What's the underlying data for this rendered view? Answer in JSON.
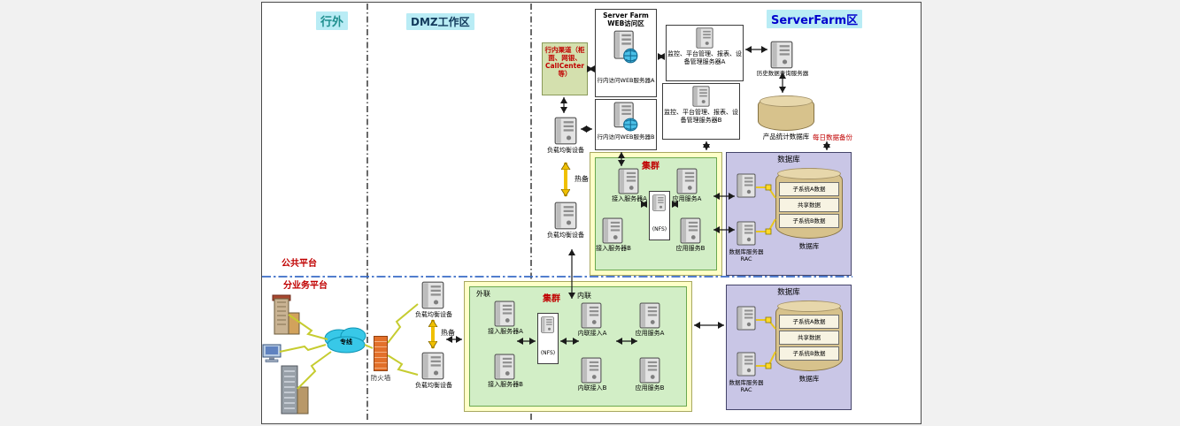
{
  "zones": {
    "outside": "行外",
    "dmz": "DMZ工作区",
    "serverfarm": "ServerFarm区"
  },
  "platforms": {
    "public": "公共平台",
    "business": "分业务平台"
  },
  "external": {
    "dedicated_line": "专线",
    "firewall": "防火墙"
  },
  "dmz_top": {
    "channel": "行内渠道（柜面、网银、CallCenter等）",
    "lb_a": "负载均衡设备",
    "lb_b": "负载均衡设备",
    "hot_standby": "热备"
  },
  "dmz_bottom": {
    "lb_a": "负载均衡设备",
    "lb_b": "负载均衡设备",
    "hot_standby": "热备"
  },
  "web_zone": {
    "title_line1": "Server Farm",
    "title_line2": "WEB访问区",
    "server_a": "行内访问WEB服务器A",
    "server_b": "行内访问WEB服务器B"
  },
  "mgmt": {
    "server_a": "监控、平台管理、报表、设备管理服务器A",
    "server_b": "监控、平台管理、报表、设备管理服务器B",
    "history_server": "历史数据查询服务器",
    "stats_db": "产品统计数据库",
    "daily_backup": "每日数据备份"
  },
  "cluster_top": {
    "title": "集群",
    "access_a": "接入服务器A",
    "access_b": "接入服务器B",
    "nfs": "(NFS)",
    "app_a": "应用服务A",
    "app_b": "应用服务B"
  },
  "db_top": {
    "title": "数据库",
    "rac_label": "数据库服务器RAC",
    "rows": [
      "子系统A数据",
      "共享数据",
      "子系统B数据"
    ],
    "cylinder_label": "数据库"
  },
  "cluster_bottom": {
    "title": "集群",
    "external_label": "外联",
    "internal_label": "内联",
    "access_a": "接入服务器A",
    "access_b": "接入服务器B",
    "nfs": "(NFS)",
    "internal_a": "内联接入A",
    "internal_b": "内联接入B",
    "app_a": "应用服务A",
    "app_b": "应用服务B"
  },
  "db_bottom": {
    "title": "数据库",
    "rac_label": "数据库服务器RAC",
    "rows": [
      "子系统A数据",
      "共享数据",
      "子系统B数据"
    ],
    "cylinder_label": "数据库"
  },
  "colors": {
    "zone_label_bg": "#b9ecf5",
    "outside_label": "#1f8f8f",
    "dmz_label": "#123a5c",
    "serverfarm_label": "#0000cc",
    "platform_label": "#c00000",
    "cluster_outer": "#ffffc8",
    "cluster_inner": "#d2eec6",
    "db_box": "#c9c6e6",
    "cylinder": "#d7c28c",
    "channel_box": "#d4e0ae",
    "divider_blue": "#3a6cc8",
    "hot_standby_arrow": "#f0c000"
  }
}
